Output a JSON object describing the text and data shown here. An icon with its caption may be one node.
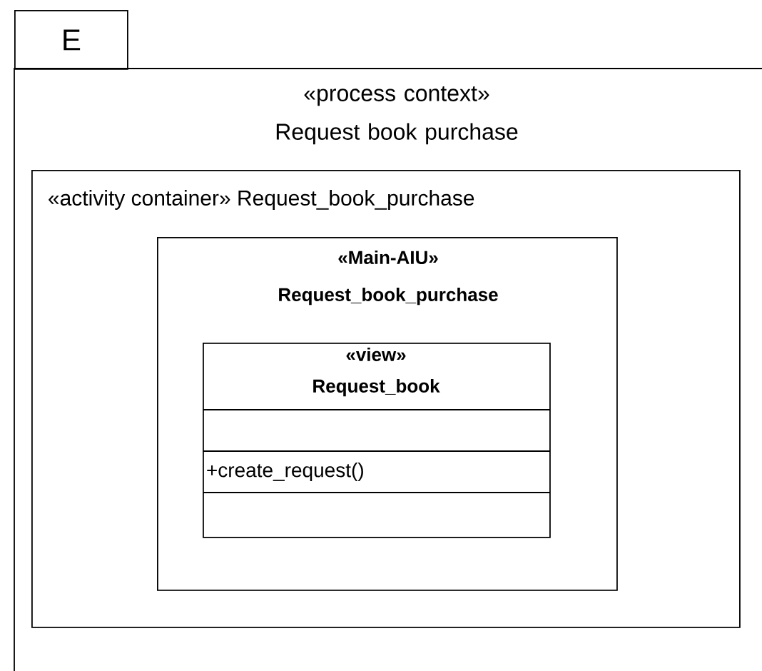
{
  "diagram": {
    "nodes": [
      {
        "text": [
          "E",
          "«process context» Request book purchase"
        ]
      },
      {
        "text": [
          "«activity container» Request_book_purchase"
        ],
        "in": 0
      },
      {
        "text": [
          "«Main-AIU» Request_book_purchase"
        ],
        "in": 1
      },
      {
        "text": [
          "«view» Request_book",
          "+create_request()"
        ],
        "in": 2
      }
    ],
    "edges": []
  }
}
